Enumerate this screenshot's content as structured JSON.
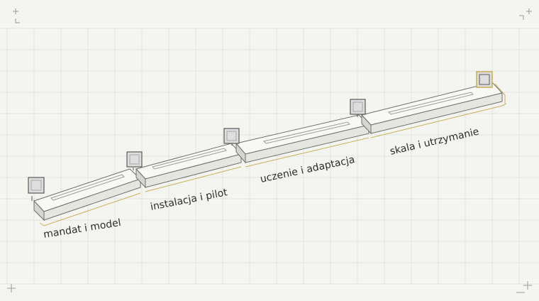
{
  "stages": [
    {
      "label": "mandat i model"
    },
    {
      "label": "instalacja i pilot"
    },
    {
      "label": "uczenie i adaptacja"
    },
    {
      "label": "skala i utrzymanie"
    }
  ],
  "colors": {
    "background": "#f4f4f1",
    "grid": "#e3e4e0",
    "block_top": "#f8f8f5",
    "block_front": "#e6e6e1",
    "block_side": "#d6d6d0",
    "edge": "#6f6f6f",
    "accent": "#c9b25a",
    "flag_fill": "#dedede",
    "flag_stroke": "#5a5a5a"
  }
}
